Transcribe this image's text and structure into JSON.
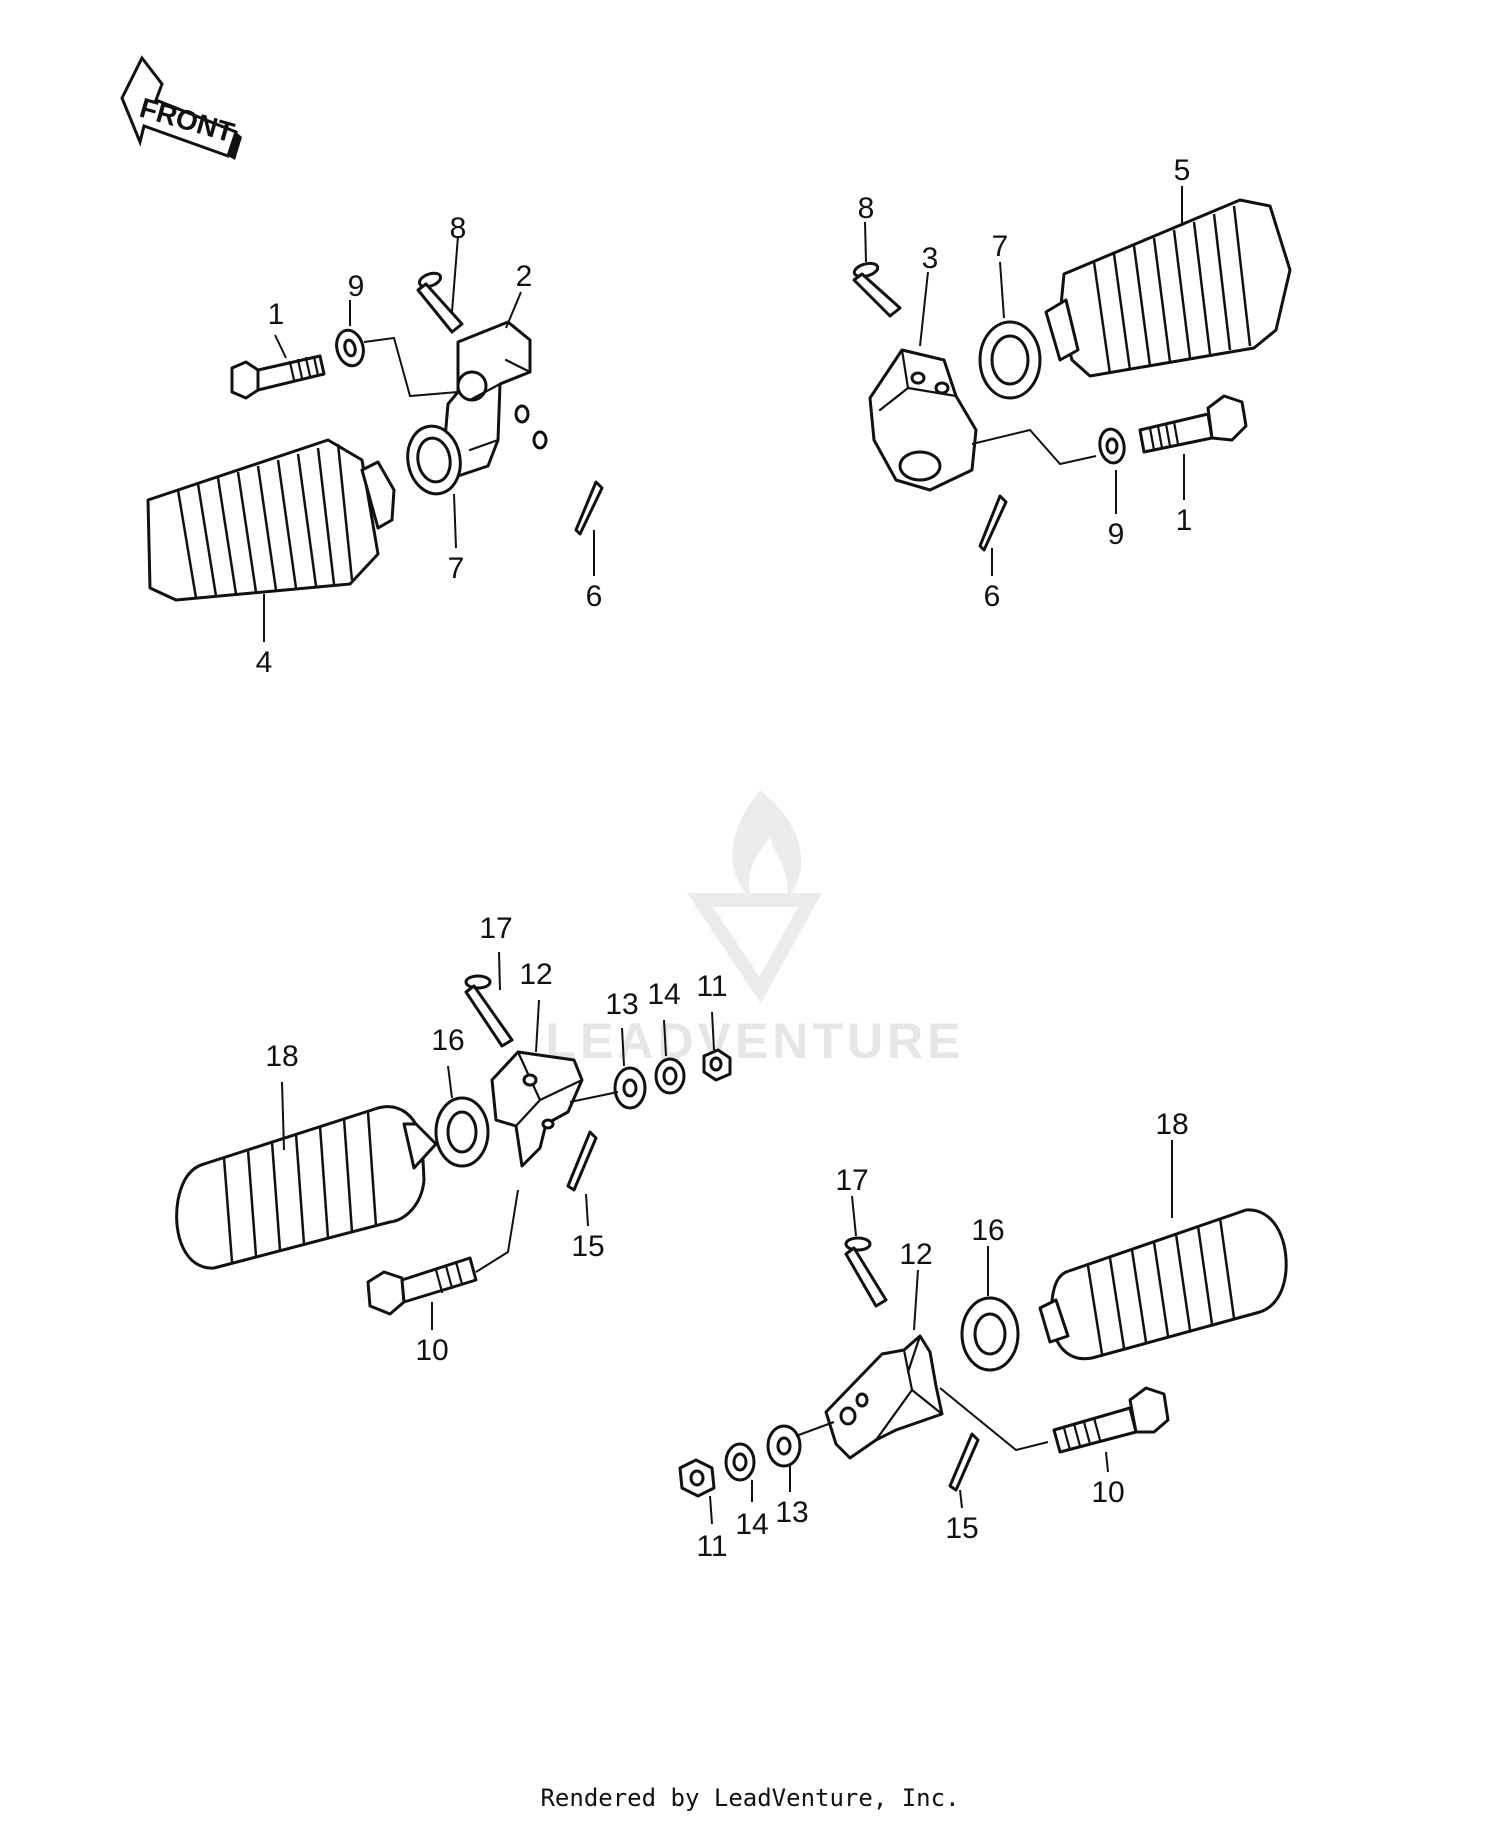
{
  "front_arrow": {
    "label": "FRONT"
  },
  "watermark": {
    "brand": "LEADVENTURE"
  },
  "callouts": {
    "tl": {
      "c1": "1",
      "c9": "9",
      "c8": "8",
      "c2": "2",
      "c4": "4",
      "c7": "7",
      "c6": "6"
    },
    "tr": {
      "c8": "8",
      "c3": "3",
      "c7": "7",
      "c5": "5",
      "c9": "9",
      "c1": "1",
      "c6": "6"
    },
    "bl": {
      "c17": "17",
      "c12": "12",
      "c13": "13",
      "c14": "14",
      "c11": "11",
      "c18": "18",
      "c16": "16",
      "c15": "15",
      "c10": "10"
    },
    "br": {
      "c17": "17",
      "c12": "12",
      "c16": "16",
      "c18": "18",
      "c11": "11",
      "c14": "14",
      "c13": "13",
      "c15": "15",
      "c10": "10"
    }
  },
  "footer": {
    "text": "Rendered by LeadVenture, Inc."
  }
}
